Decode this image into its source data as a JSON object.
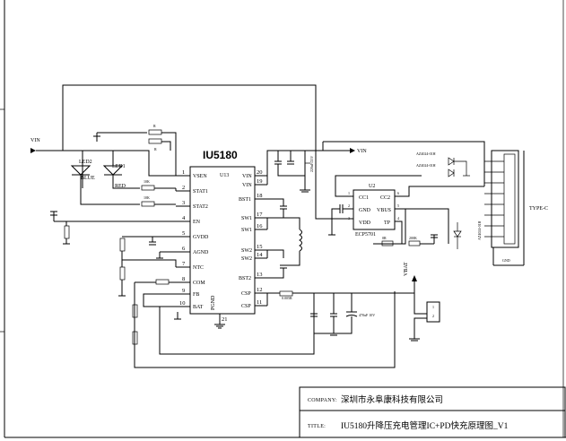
{
  "ic_main": {
    "name": "IU5180",
    "ref": "U13",
    "left_pins": [
      {
        "num": "1",
        "name": "VSEN"
      },
      {
        "num": "2",
        "name": "STAT1"
      },
      {
        "num": "3",
        "name": "STAT2"
      },
      {
        "num": "4",
        "name": "EN"
      },
      {
        "num": "5",
        "name": "GVDD"
      },
      {
        "num": "6",
        "name": "AGND"
      },
      {
        "num": "7",
        "name": "NTC"
      },
      {
        "num": "8",
        "name": "COM"
      },
      {
        "num": "9",
        "name": "FB"
      },
      {
        "num": "10",
        "name": "BAT"
      }
    ],
    "right_pins": [
      {
        "num": "20",
        "name": "VIN"
      },
      {
        "num": "19",
        "name": "VIN"
      },
      {
        "num": "18",
        "name": "BST1"
      },
      {
        "num": "17",
        "name": "SW1"
      },
      {
        "num": "16",
        "name": "SW1"
      },
      {
        "num": "15",
        "name": "SW2"
      },
      {
        "num": "14",
        "name": "SW2"
      },
      {
        "num": "13",
        "name": "BST2"
      },
      {
        "num": "12",
        "name": "CSP"
      },
      {
        "num": "11",
        "name": "CSP"
      }
    ],
    "bottom_pin": {
      "num": "21",
      "name": "PGND"
    }
  },
  "ic_pd": {
    "ref": "U2",
    "part": "ECP5701",
    "left_pins": [
      {
        "num": "1",
        "name": "CC1"
      },
      {
        "num": "2",
        "name": "GND"
      },
      {
        "num": "3",
        "name": "VDD"
      }
    ],
    "right_pins": [
      {
        "num": "6",
        "name": "CC2"
      },
      {
        "num": "5",
        "name": "VBUS"
      },
      {
        "num": "4",
        "name": "TP"
      }
    ]
  },
  "nets": {
    "vin_left": "VIN",
    "vin_right": "VIN",
    "vbat": "VBAT",
    "typec": "TYPE-C",
    "gnd_label": "GND"
  },
  "leds": {
    "led1": "LED1",
    "led2": "LED2",
    "blue": "BLUE",
    "red": "RED"
  },
  "parts": {
    "r_sense": "0.005R",
    "c_out": "470uF 10V",
    "r_pd1": "0R",
    "r_pd2": "200K",
    "tvs1": "AZ4024-01H",
    "tvs2": "AZ4024-01H",
    "tvs3": "AZ4024-01H",
    "c_in": "220uF/25V",
    "r_stat1": "10K",
    "r_stat2": "10K"
  },
  "title_block": {
    "company_caption": "COMPANY:",
    "company_name": "深圳市永阜康科技有限公司",
    "title_caption": "TITLE:",
    "title_text": "IU5180升降压充电管理IC+PD快充原理图_V1"
  }
}
